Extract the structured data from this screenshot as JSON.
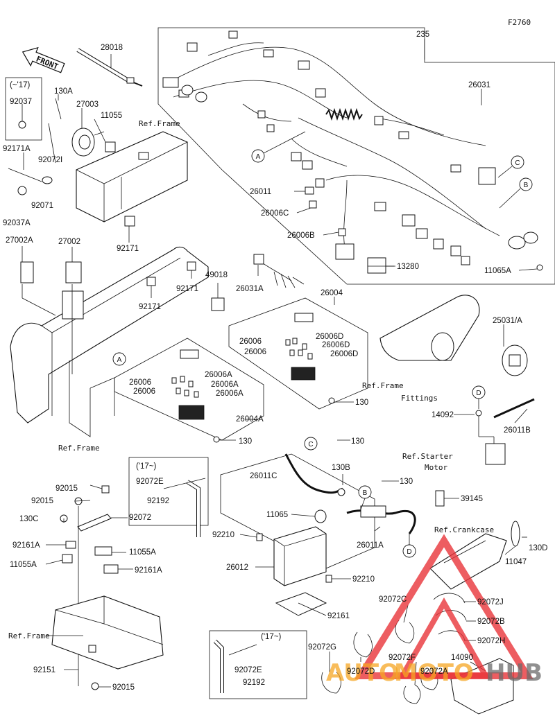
{
  "figure_code": "F2760",
  "front_label": "FRONT",
  "part_labels": [
    {
      "id": "28018",
      "text": "28018"
    },
    {
      "id": "235",
      "text": "235"
    },
    {
      "id": "26031",
      "text": "26031"
    },
    {
      "id": "130A",
      "text": "130A"
    },
    {
      "id": "27003",
      "text": "27003"
    },
    {
      "id": "11055",
      "text": "11055"
    },
    {
      "id": "92037",
      "text": "92037"
    },
    {
      "id": "92171A",
      "text": "92171A"
    },
    {
      "id": "92072I",
      "text": "92072I"
    },
    {
      "id": "92071",
      "text": "92071"
    },
    {
      "id": "92037A",
      "text": "92037A"
    },
    {
      "id": "26011",
      "text": "26011"
    },
    {
      "id": "26006C",
      "text": "26006C"
    },
    {
      "id": "26006B",
      "text": "26006B"
    },
    {
      "id": "13280",
      "text": "13280"
    },
    {
      "id": "11065A",
      "text": "11065A"
    },
    {
      "id": "27002A",
      "text": "27002A"
    },
    {
      "id": "27002",
      "text": "27002"
    },
    {
      "id": "92171a",
      "text": "92171"
    },
    {
      "id": "92171b",
      "text": "92171"
    },
    {
      "id": "92171c",
      "text": "92171"
    },
    {
      "id": "49018",
      "text": "49018"
    },
    {
      "id": "26031A",
      "text": "26031A"
    },
    {
      "id": "26004",
      "text": "26004"
    },
    {
      "id": "25031A",
      "text": "25031/A"
    },
    {
      "id": "26006_r1",
      "text": "26006"
    },
    {
      "id": "26006D_1",
      "text": "26006D"
    },
    {
      "id": "26006_r2",
      "text": "26006"
    },
    {
      "id": "26006D_2",
      "text": "26006D"
    },
    {
      "id": "26006D_3",
      "text": "26006D"
    },
    {
      "id": "26006_l1",
      "text": "26006"
    },
    {
      "id": "26006A_1",
      "text": "26006A"
    },
    {
      "id": "26006_l2",
      "text": "26006"
    },
    {
      "id": "26006A_2",
      "text": "26006A"
    },
    {
      "id": "26006A_3",
      "text": "26006A"
    },
    {
      "id": "130_a",
      "text": "130"
    },
    {
      "id": "26004A",
      "text": "26004A"
    },
    {
      "id": "130_b",
      "text": "130"
    },
    {
      "id": "14092",
      "text": "14092"
    },
    {
      "id": "26011B",
      "text": "26011B"
    },
    {
      "id": "130_c",
      "text": "130"
    },
    {
      "id": "26011C",
      "text": "26011C"
    },
    {
      "id": "130B",
      "text": "130B"
    },
    {
      "id": "130_d",
      "text": "130"
    },
    {
      "id": "92015_1",
      "text": "92015"
    },
    {
      "id": "92015_2",
      "text": "92015"
    },
    {
      "id": "130C",
      "text": "130C"
    },
    {
      "id": "92072",
      "text": "92072"
    },
    {
      "id": "92161A_1",
      "text": "92161A"
    },
    {
      "id": "11055A_1",
      "text": "11055A"
    },
    {
      "id": "11055A_2",
      "text": "11055A"
    },
    {
      "id": "92161A_2",
      "text": "92161A"
    },
    {
      "id": "92072E_1",
      "text": "92072E"
    },
    {
      "id": "92192_1",
      "text": "92192"
    },
    {
      "id": "11065",
      "text": "11065"
    },
    {
      "id": "39145",
      "text": "39145"
    },
    {
      "id": "92210_1",
      "text": "92210"
    },
    {
      "id": "26011A",
      "text": "26011A"
    },
    {
      "id": "26012",
      "text": "26012"
    },
    {
      "id": "92210_2",
      "text": "92210"
    },
    {
      "id": "11047",
      "text": "11047"
    },
    {
      "id": "130D",
      "text": "130D"
    },
    {
      "id": "92072J",
      "text": "92072J"
    },
    {
      "id": "92072C",
      "text": "92072C"
    },
    {
      "id": "92072B",
      "text": "92072B"
    },
    {
      "id": "92161",
      "text": "92161"
    },
    {
      "id": "92072H",
      "text": "92072H"
    },
    {
      "id": "92072G",
      "text": "92072G"
    },
    {
      "id": "92072D",
      "text": "92072D"
    },
    {
      "id": "92072F",
      "text": "92072F"
    },
    {
      "id": "14090",
      "text": "14090"
    },
    {
      "id": "92072A",
      "text": "92072A"
    },
    {
      "id": "92072E_2",
      "text": "92072E"
    },
    {
      "id": "92192_2",
      "text": "92192"
    },
    {
      "id": "92151",
      "text": "92151"
    },
    {
      "id": "92015_3",
      "text": "92015"
    }
  ],
  "reference_labels": [
    {
      "id": "ref_frame_top",
      "text": "Ref.Frame"
    },
    {
      "id": "ref_frame_mid",
      "text": "Ref.Frame"
    },
    {
      "id": "ref_frame_fittings_1",
      "text": "Ref.Frame"
    },
    {
      "id": "ref_frame_fittings_2",
      "text": "Fittings"
    },
    {
      "id": "ref_starter_1",
      "text": "Ref.Starter"
    },
    {
      "id": "ref_starter_2",
      "text": "Motor"
    },
    {
      "id": "ref_crankcase",
      "text": "Ref.Crankcase"
    },
    {
      "id": "ref_frame_bottom",
      "text": "Ref.Frame"
    }
  ],
  "year_notes": [
    {
      "id": "note_upto17",
      "text": "(~'17)"
    },
    {
      "id": "note_from17_a",
      "text": "('17~)"
    },
    {
      "id": "note_from17_b",
      "text": "('17~)"
    }
  ],
  "callouts": [
    {
      "id": "A1",
      "text": "A"
    },
    {
      "id": "A2",
      "text": "A"
    },
    {
      "id": "B1",
      "text": "B"
    },
    {
      "id": "B2",
      "text": "B"
    },
    {
      "id": "C1",
      "text": "C"
    },
    {
      "id": "C2",
      "text": "C"
    },
    {
      "id": "D1",
      "text": "D"
    },
    {
      "id": "D2",
      "text": "D"
    }
  ],
  "watermark": {
    "text_orange": "AUTO",
    "text_mid": "MOTO",
    "text_grey": "HUB",
    "colors": {
      "red": "#e8343a",
      "orange": "#f5a623",
      "grey": "#6b6b6b"
    }
  }
}
